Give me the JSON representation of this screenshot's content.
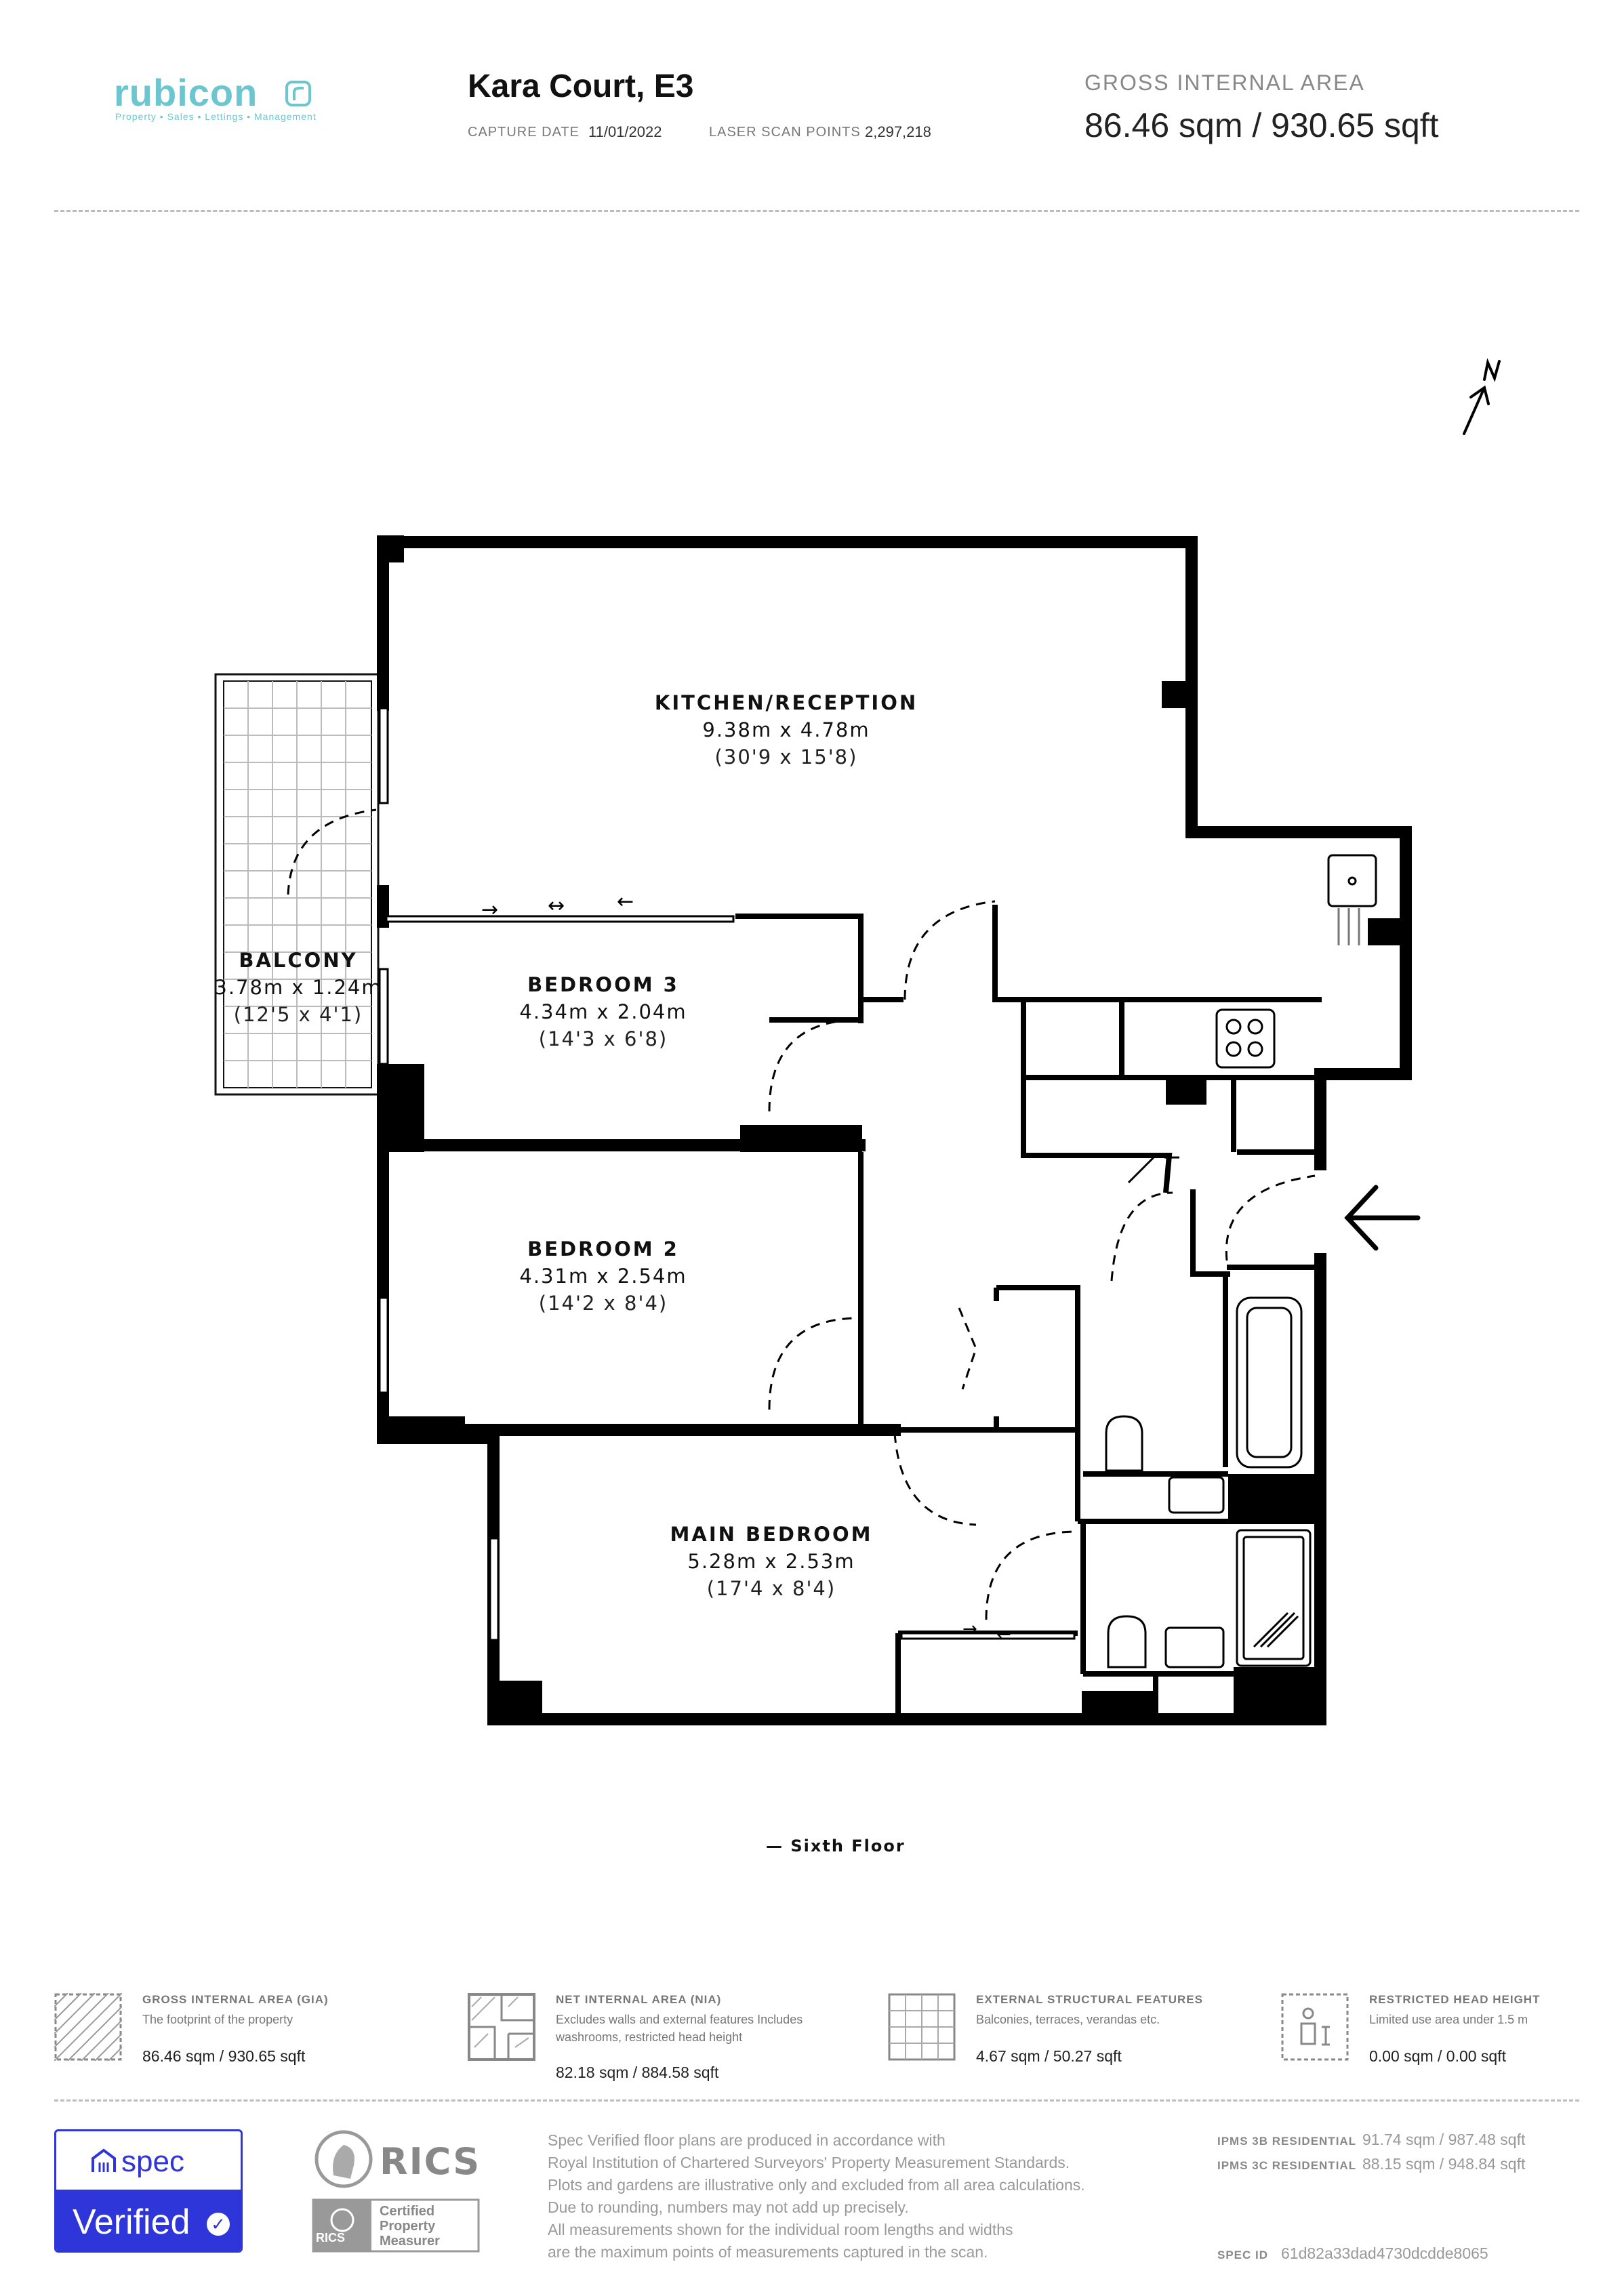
{
  "header": {
    "brand_name": "rubicon",
    "brand_tagline": "Property • Sales • Lettings • Management",
    "property_title": "Kara Court, E3",
    "capture_date_label": "CAPTURE DATE",
    "capture_date_value": "11/01/2022",
    "scan_points_label": "LASER SCAN POINTS",
    "scan_points_value": "2,297,218",
    "gia_label": "GROSS INTERNAL AREA",
    "gia_value": "86.46 sqm / 930.65 sqft",
    "brand_color": "#6cc6cf"
  },
  "plan": {
    "compass": "N",
    "floor_label": "— Sixth Floor",
    "rooms": [
      {
        "name": "KITCHEN/RECEPTION",
        "metric": "9.38m x 4.78m",
        "imperial": "(30'9 x 15'8)"
      },
      {
        "name": "BALCONY",
        "metric": "3.78m x 1.24m",
        "imperial": "(12'5 x 4'1)"
      },
      {
        "name": "BEDROOM 3",
        "metric": "4.34m x 2.04m",
        "imperial": "(14'3 x 6'8)"
      },
      {
        "name": "BEDROOM 2",
        "metric": "4.31m x 2.54m",
        "imperial": "(14'2 x 8'4)"
      },
      {
        "name": "MAIN BEDROOM",
        "metric": "5.28m x 2.53m",
        "imperial": "(17'4 x 8'4)"
      }
    ],
    "door_arrows": {
      "left": "→",
      "both": "↔",
      "right": "←"
    }
  },
  "legend": [
    {
      "title": "GROSS INTERNAL AREA (GIA)",
      "desc": "The footprint of the property",
      "value": "86.46 sqm / 930.65 sqft",
      "icon": "hatched-square-icon"
    },
    {
      "title": "NET INTERNAL AREA (NIA)",
      "desc": "Excludes walls and external features Includes washrooms, restricted head height",
      "value": "82.18 sqm / 884.58 sqft",
      "icon": "net-area-icon"
    },
    {
      "title": "EXTERNAL STRUCTURAL FEATURES",
      "desc": "Balconies, terraces, verandas etc.",
      "value": "4.67 sqm / 50.27 sqft",
      "icon": "grid-square-icon"
    },
    {
      "title": "RESTRICTED HEAD HEIGHT",
      "desc": "Limited use area under 1.5 m",
      "value": "0.00 sqm / 0.00 sqft",
      "icon": "person-height-icon"
    }
  ],
  "footer": {
    "spec_word": "spec",
    "spec_verified": "Verified",
    "rics_word": "RICS",
    "rics_cert_line1": "Certified",
    "rics_cert_line2": "Property",
    "rics_cert_line3": "Measurer",
    "rics_small": "RICS",
    "disclaimer_lines": [
      "Spec Verified floor plans are produced in accordance with",
      "Royal Institution of Chartered Surveyors' Property Measurement Standards.",
      "Plots and gardens are illustrative only and excluded from all area calculations.",
      "Due to rounding, numbers may not add up precisely.",
      "All measurements shown for the individual room lengths and widths",
      "are the maximum points of measurements captured in the scan."
    ],
    "ipms_3b_label": "IPMS 3B RESIDENTIAL",
    "ipms_3b_value": "91.74 sqm / 987.48 sqft",
    "ipms_3c_label": "IPMS 3C RESIDENTIAL",
    "ipms_3c_value": "88.15 sqm / 948.84 sqft",
    "spec_id_label": "SPEC ID",
    "spec_id_value": "61d82a33dad4730dcdde8065",
    "spec_color": "#2f36d9"
  }
}
